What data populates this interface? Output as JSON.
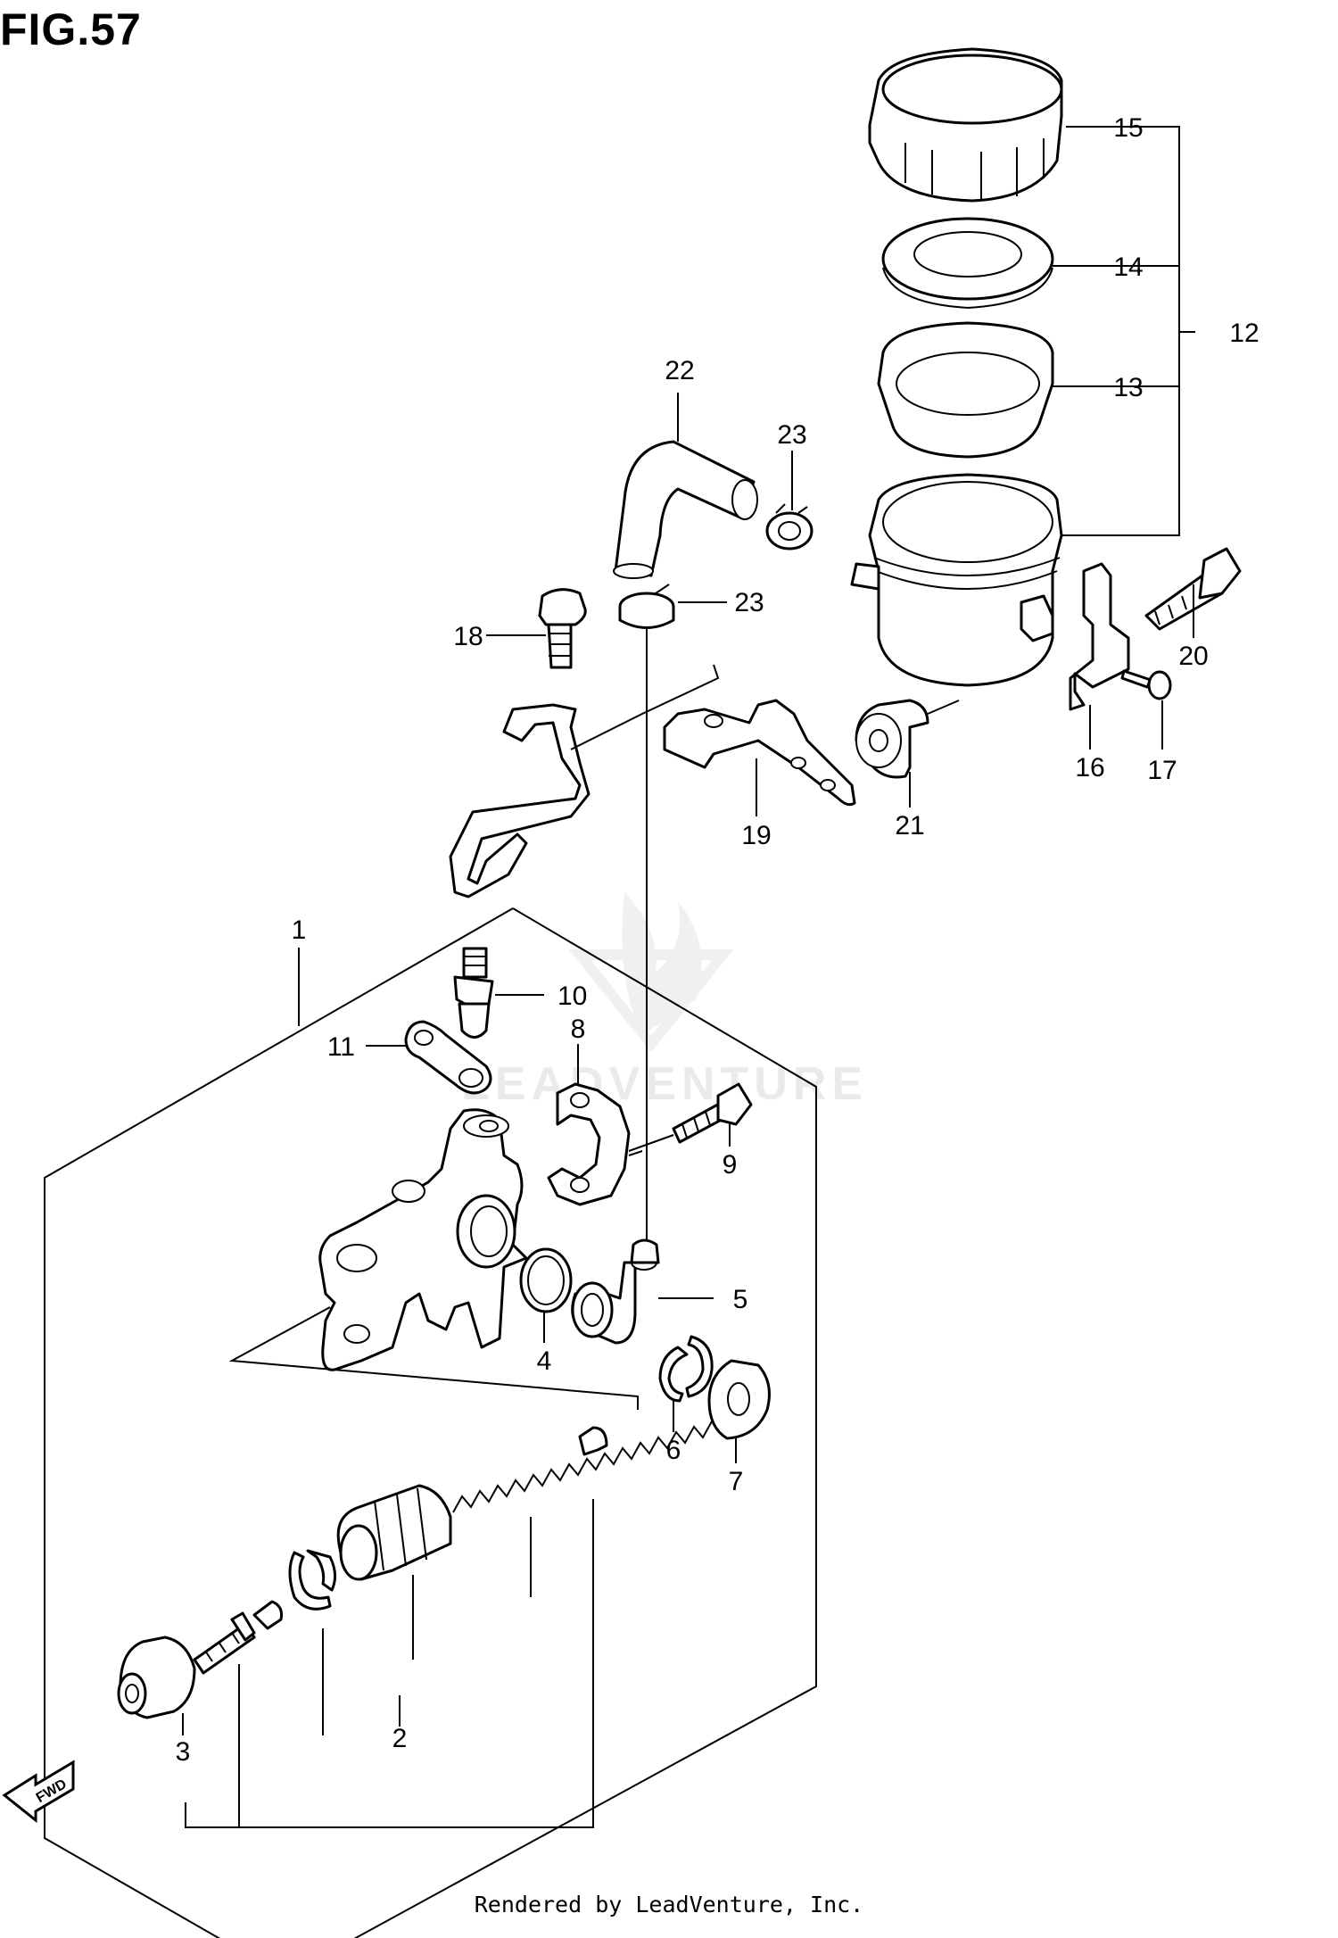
{
  "figure": {
    "title": "FIG.57"
  },
  "footer": {
    "credit": "Rendered by LeadVenture, Inc."
  },
  "watermark": {
    "text": "LEADVENTURE"
  },
  "fwd_badge": {
    "label": "FWD"
  },
  "callouts": [
    {
      "id": "c1",
      "label": "1"
    },
    {
      "id": "c2",
      "label": "2"
    },
    {
      "id": "c3",
      "label": "3"
    },
    {
      "id": "c4",
      "label": "4"
    },
    {
      "id": "c5",
      "label": "5"
    },
    {
      "id": "c6",
      "label": "6"
    },
    {
      "id": "c7",
      "label": "7"
    },
    {
      "id": "c8",
      "label": "8"
    },
    {
      "id": "c9",
      "label": "9"
    },
    {
      "id": "c10",
      "label": "10"
    },
    {
      "id": "c11",
      "label": "11"
    },
    {
      "id": "c12",
      "label": "12"
    },
    {
      "id": "c13",
      "label": "13"
    },
    {
      "id": "c14",
      "label": "14"
    },
    {
      "id": "c15",
      "label": "15"
    },
    {
      "id": "c16",
      "label": "16"
    },
    {
      "id": "c17",
      "label": "17"
    },
    {
      "id": "c18",
      "label": "18"
    },
    {
      "id": "c19",
      "label": "19"
    },
    {
      "id": "c20",
      "label": "20"
    },
    {
      "id": "c21",
      "label": "21"
    },
    {
      "id": "c22",
      "label": "22"
    },
    {
      "id": "c23a",
      "label": "23"
    },
    {
      "id": "c23b",
      "label": "23"
    }
  ]
}
